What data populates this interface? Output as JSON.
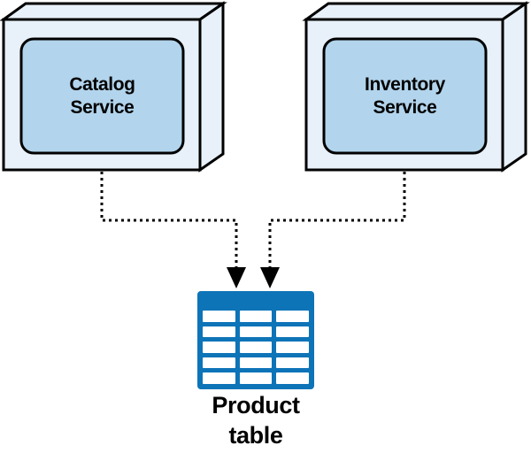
{
  "colors": {
    "background": "#ffffff",
    "outline": "#000000",
    "box_face": "#e8f1f9",
    "box_panel": "#b2d4ec",
    "table_blue": "#0e74b8",
    "table_cell": "#ffffff",
    "text": "#000000"
  },
  "nodes": {
    "catalog_service": {
      "type": "service-box-3d",
      "label": "Catalog\nService"
    },
    "inventory_service": {
      "type": "service-box-3d",
      "label": "Inventory\nService"
    },
    "product_table": {
      "type": "database-table-icon",
      "label": "Product\ntable",
      "rows": 5,
      "columns": 3
    }
  },
  "connectors": [
    {
      "from": "catalog_service",
      "to": "product_table",
      "style": "dotted",
      "arrowhead": "solid-triangle-down"
    },
    {
      "from": "inventory_service",
      "to": "product_table",
      "style": "dotted",
      "arrowhead": "solid-triangle-down"
    }
  ]
}
